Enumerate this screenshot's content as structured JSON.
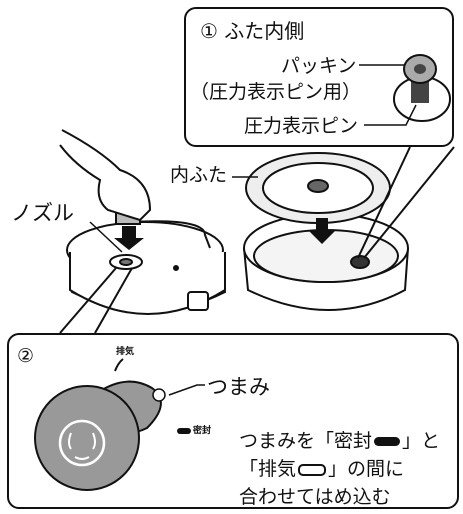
{
  "panel1": {
    "label": "① ふた内側",
    "packing": "パッキン",
    "packing_sub": "（圧力表示ピン用）",
    "pin": "圧力表示ピン"
  },
  "main": {
    "inner_lid": "内ふた",
    "nozzle": "ノズル"
  },
  "panel2": {
    "label": "②",
    "exhaust_mark": "排気",
    "knob": "つまみ",
    "seal_mark": "密封",
    "instruction": {
      "line1_a": "つまみを「密封",
      "line1_b": "」と",
      "line2_a": "「排気",
      "line2_b": "」の間に",
      "line3": "合わせてはめ込む"
    }
  }
}
